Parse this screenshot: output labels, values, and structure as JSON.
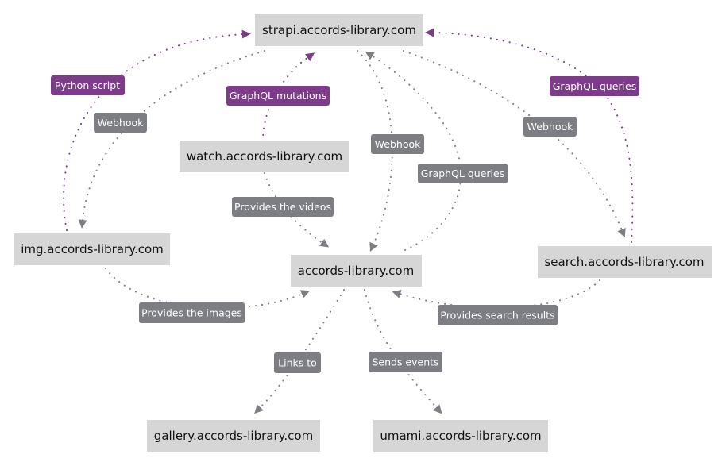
{
  "colors": {
    "gray": "#7d7d84",
    "purple": "#7e3b8c",
    "node_fill": "#d6d6d6",
    "node_text": "#111111",
    "label_text": "#ffffff"
  },
  "nodes": {
    "strapi": "strapi.accords-library.com",
    "watch": "watch.accords-library.com",
    "img": "img.accords-library.com",
    "main": "accords-library.com",
    "search": "search.accords-library.com",
    "gallery": "gallery.accords-library.com",
    "umami": "umami.accords-library.com"
  },
  "edges": [
    {
      "from": "img",
      "to": "strapi",
      "label": "Python script",
      "color": "purple"
    },
    {
      "from": "strapi",
      "to": "img",
      "label": "Webhook",
      "color": "gray"
    },
    {
      "from": "watch",
      "to": "strapi",
      "label": "GraphQL mutations",
      "color": "purple"
    },
    {
      "from": "strapi",
      "to": "main",
      "label": "Webhook",
      "color": "gray"
    },
    {
      "from": "main",
      "to": "strapi",
      "label": "GraphQL queries",
      "color": "gray"
    },
    {
      "from": "search",
      "to": "strapi",
      "label": "GraphQL queries",
      "color": "purple"
    },
    {
      "from": "strapi",
      "to": "search",
      "label": "Webhook",
      "color": "gray"
    },
    {
      "from": "watch",
      "to": "main",
      "label": "Provides the videos",
      "color": "gray"
    },
    {
      "from": "img",
      "to": "main",
      "label": "Provides the images",
      "color": "gray"
    },
    {
      "from": "search",
      "to": "main",
      "label": "Provides search results",
      "color": "gray"
    },
    {
      "from": "main",
      "to": "gallery",
      "label": "Links to",
      "color": "gray"
    },
    {
      "from": "main",
      "to": "umami",
      "label": "Sends events",
      "color": "gray"
    }
  ]
}
